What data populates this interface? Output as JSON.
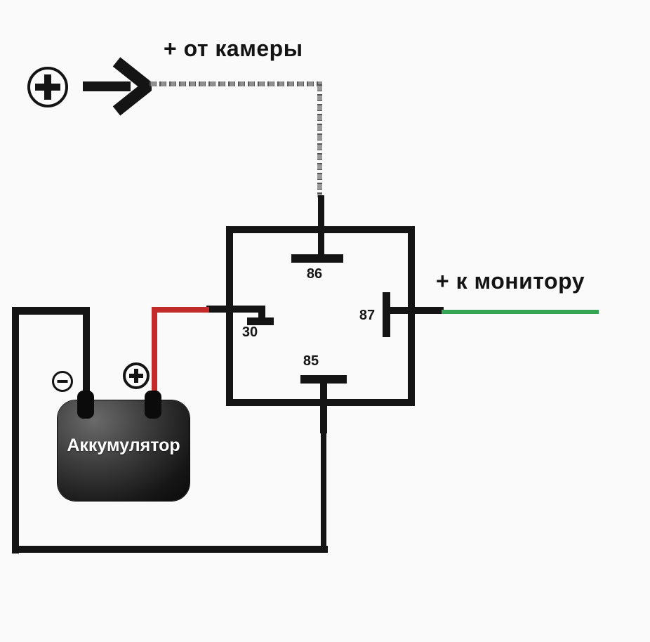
{
  "diagram": {
    "camera_input": {
      "symbol": "+",
      "label": "+ от камеры"
    },
    "monitor_output": {
      "label": "+ к монитору"
    },
    "relay": {
      "pin_top": "86",
      "pin_left": "30",
      "pin_right": "87",
      "pin_bottom": "85"
    },
    "battery": {
      "label": "Аккумулятор",
      "negative_symbol": "−",
      "positive_symbol": "+"
    }
  },
  "icons": {
    "camera_terminal": "plus-in-circle-icon",
    "signal_direction": "arrow-right-icon",
    "battery_negative": "minus-in-circle-icon",
    "battery_positive": "plus-in-circle-icon"
  },
  "colors": {
    "wire": "#141414",
    "battery_positive_wire": "#c32a2a",
    "monitor_wire": "#35a455",
    "camera_wire_dashed": "#8f8f8f",
    "background": "#fafafa",
    "battery_label_text": "#ffffff"
  }
}
